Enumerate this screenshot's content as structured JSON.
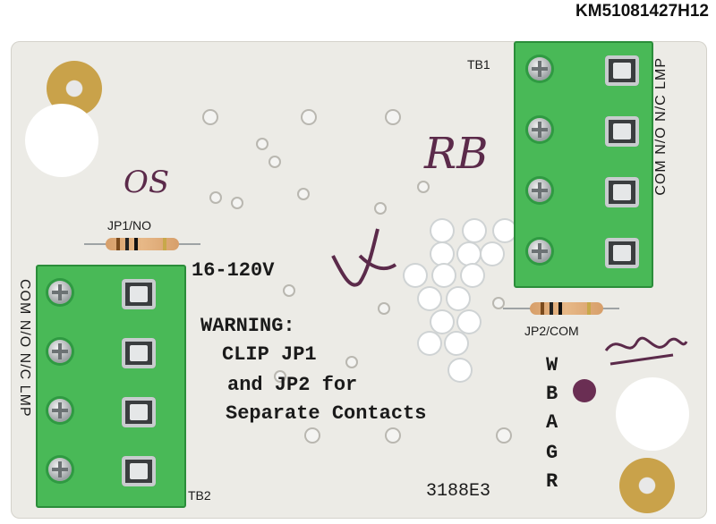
{
  "sku": "KM51081427H12",
  "board": {
    "warning_line1": "WARNING:",
    "warning_line2": "CLIP JP1",
    "warning_line3": "and JP2 for",
    "warning_line4": "Separate Contacts",
    "voltage": "16-120V",
    "part_number": "3188E3",
    "tb1": "TB1",
    "tb2": "TB2",
    "jp1": "JP1/NO",
    "jp2": "JP2/COM",
    "left_terminals": "COM N/O N/C LMP",
    "right_terminals": "COM N/O N/C LMP",
    "wbagr": [
      "W",
      "B",
      "A",
      "G",
      "R"
    ]
  },
  "handwriting": {
    "rb": "RB",
    "os": "OS"
  },
  "colors": {
    "terminal_green": "#49b957",
    "board": "#ecebe6",
    "ink": "#5b2a4a"
  }
}
